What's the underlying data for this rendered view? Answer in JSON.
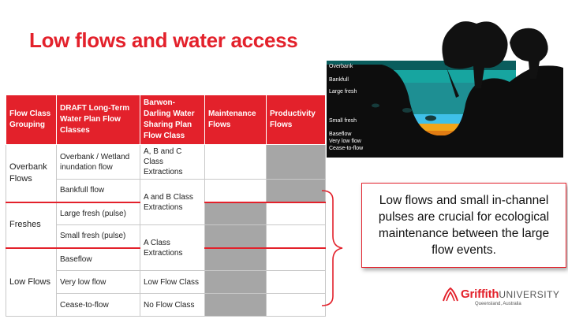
{
  "title": "Low flows and water access",
  "table": {
    "headers": [
      "Flow Class Grouping",
      "DRAFT Long-Term Water Plan Flow Classes",
      "Barwon-Darling Water Sharing Plan Flow Class",
      "Maintenance Flows",
      "Productivity Flows"
    ],
    "groups": [
      "Overbank Flows",
      "Freshes",
      "Low Flows"
    ],
    "ltwp_classes": [
      "Overbank / Wetland inundation flow",
      "Bankfull flow",
      "Large fresh (pulse)",
      "Small fresh (pulse)",
      "Baseflow",
      "Very low flow",
      "Cease-to-flow"
    ],
    "wsp_classes": [
      "A, B and C Class Extractions",
      "A and B Class Extractions",
      "A Class Extractions",
      "Low Flow Class",
      "No Flow Class"
    ]
  },
  "callout": "Low flows and small in-channel pulses are crucial for ecological maintenance between the large flow events.",
  "diagram": {
    "levels": [
      "Overbank",
      "Bankfull",
      "Large fresh",
      "Small fresh",
      "Baseflow",
      "Very low flow",
      "Cease-to-flow"
    ]
  },
  "logo": {
    "name": "Griffith",
    "university": "UNIVERSITY",
    "sub": "Queensland, Australia"
  },
  "colors": {
    "accent": "#e3212b",
    "shade": "#a6a6a6"
  }
}
